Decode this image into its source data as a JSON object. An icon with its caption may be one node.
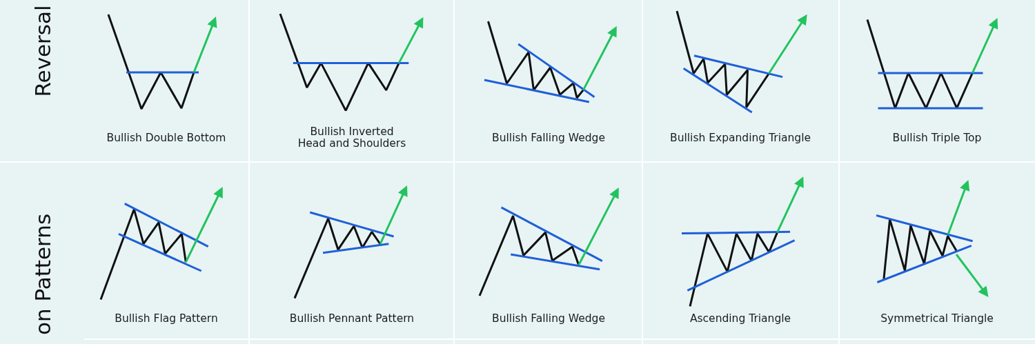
{
  "diagram": {
    "labels": [
      "Reversal",
      "Bullish Double Bottom",
      "Bullish Inverted Head and Shoulders",
      "Bullish Falling Wedge",
      "Bullish Expanding Triangle",
      "Bullish Triple Top",
      "on Patterns",
      "Bullish Flag Pattern",
      "Bullish Pennant Pattern",
      "Bullish Falling Wedge",
      "Ascending Triangle",
      "Symmetrical Triangle"
    ]
  }
}
